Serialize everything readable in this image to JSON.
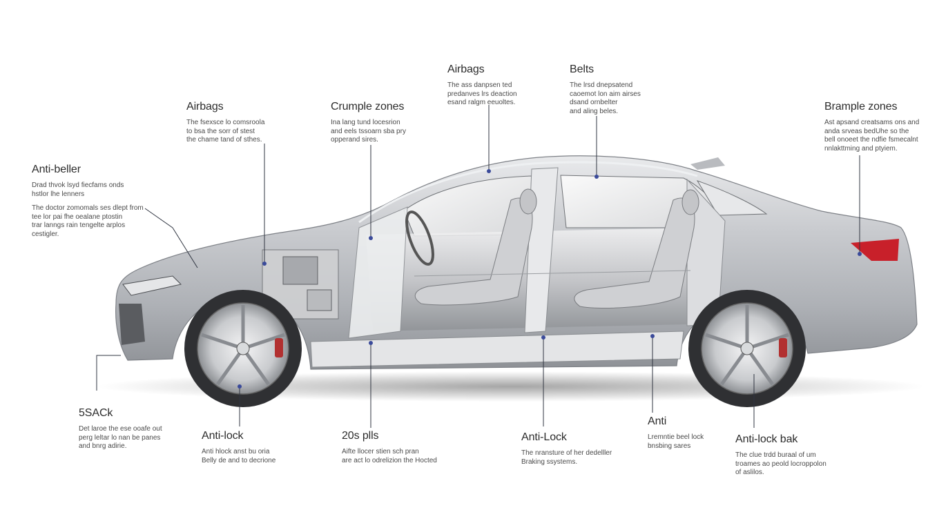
{
  "colors": {
    "background": "#ffffff",
    "car_body": "#c4c6ca",
    "leader_line": "#2f3440",
    "marker": "#3a4a9a",
    "taillight": "#c8202a",
    "brake_caliper": "#b23030"
  },
  "callouts": [
    {
      "id": "airbags_left",
      "title": "Airbags",
      "desc": "The fsexsce lo comsroola\nto bsa the sorr of stest\nthe chame tand of sthes."
    },
    {
      "id": "crumple_zones",
      "title": "Crumple zones",
      "desc": "Ina lang tund locesrion\nand eels tssoarn sba pry\nopperand sires."
    },
    {
      "id": "airbags_top",
      "title": "Airbags",
      "desc": "The ass danpsen ted\npredanves lrs deaction\nesand ralgm eeuoltes."
    },
    {
      "id": "belts",
      "title": "Belts",
      "desc": "The lrsd dnepsatend\ncaoemot lon aim airses\ndsand ornbelter\nand aling beles."
    },
    {
      "id": "brample_zones",
      "title": "Brample zones",
      "desc": "Ast apsand creatsams ons and\nanda srveas bedUhe so the\nbell onoeet the ndfie fsmecalnt\nnnlakttming and ptyiem."
    },
    {
      "id": "anti_beller",
      "title": "Anti-beller",
      "desc": "Drad thvok lsyd fiecfams onds\nhstlor lhe lenners",
      "desc2": "The doctor zomomals ses dlept from\ntee lor pai fhe oealane ptostin\ntrar lanngs rain tengelte arplos\ncestigler."
    },
    {
      "id": "ssack",
      "title": "5SACk",
      "desc": "Det laroe the ese ooafe out\nperg leltar lo nan be panes\nand bnrg adirie."
    },
    {
      "id": "anti_lock_1",
      "title": "Anti-lock",
      "desc": "Anti hlock anst bu oria\nBelly de and to decrione"
    },
    {
      "id": "pills",
      "title": "20s plls",
      "desc": "Aifte llocer stien sch pran\nare act lo odrelizion the Hocted"
    },
    {
      "id": "anti_lock_2",
      "title": "Anti-Lock",
      "desc": "The nransture of her dedelller\nBraking ssystems."
    },
    {
      "id": "anti",
      "title": "Anti",
      "desc": "Lremntie beel lock\nbnsbing sares"
    },
    {
      "id": "anti_lock_bak",
      "title": "Anti-lock bak",
      "desc": "The clue trdd buraal of um\ntroames ao peold locroppolon\nof aslilos."
    }
  ]
}
